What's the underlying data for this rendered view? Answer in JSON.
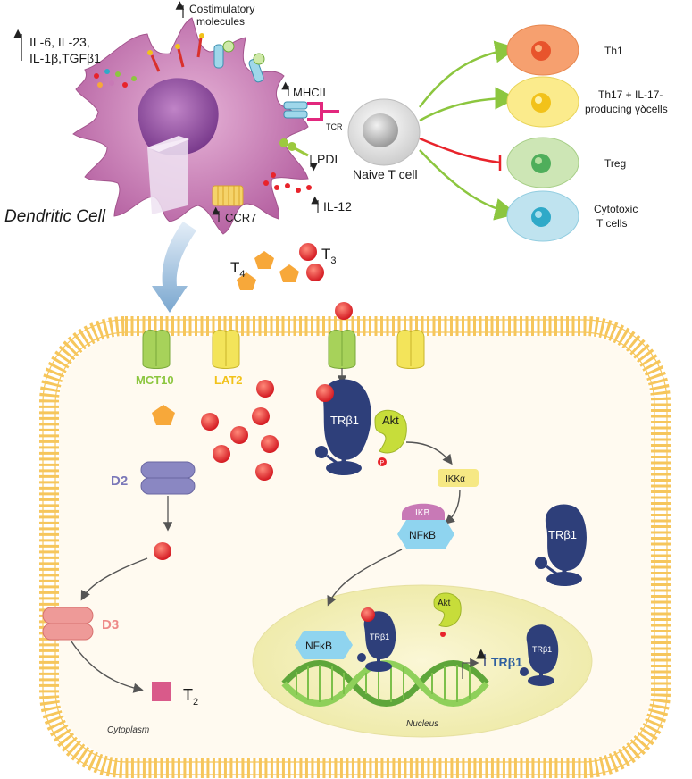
{
  "dendritic_cell": {
    "label": "Dendritic Cell",
    "costimulatory": "Costimulatory",
    "costimulatory_2": "molecules",
    "cytokines_1": "IL-6, IL-23,",
    "cytokines_2": "IL-1β,TGFβ1",
    "mhcii": "MHCII",
    "tcr": "TCR",
    "pdl": "PDL",
    "il12": "IL-12",
    "ccr7": "CCR7"
  },
  "naive_t_cell": {
    "label": "Naive T cell"
  },
  "t_subsets": [
    {
      "label": "Th1",
      "color": "#f6a06f",
      "nucleus": "#e8542c"
    },
    {
      "label_1": "Th17 + IL-17-",
      "label_2": "producing γδcells",
      "color": "#fbeb8c",
      "nucleus": "#f2c21a"
    },
    {
      "label": "Treg",
      "color": "#cde6b5",
      "nucleus": "#4fae5b"
    },
    {
      "label_1": "Cytotoxic",
      "label_2": "T cells",
      "color": "#bfe3ef",
      "nucleus": "#2fa9c8"
    }
  ],
  "hormones": {
    "t4": "T",
    "t4_sub": "4",
    "t3": "T",
    "t3_sub": "3",
    "t2": "T",
    "t2_sub": "2"
  },
  "transporters": {
    "mct10": "MCT10",
    "lat2": "LAT2"
  },
  "deiodinases": {
    "d2": "D2",
    "d3": "D3"
  },
  "signaling": {
    "trb1": "TRβ1",
    "akt": "Akt",
    "p": "P",
    "ikka": "IKKα",
    "ikb": "IKB",
    "nfkb": "NFκB",
    "trb1_gene": "TRβ1"
  },
  "compartments": {
    "nucleus": "Nucleus",
    "cytoplasm": "Cytoplasm"
  },
  "colors": {
    "dc_body": "#c47ab0",
    "membrane": "#f5c86a",
    "cell_fill": "#fff6e8",
    "tr": "#2e3f7a",
    "mct10": "#9ccc4a",
    "lat2": "#f3e45a",
    "d2": "#8a87c2",
    "d3": "#ee9a98",
    "t3": "#e8232b",
    "t4": "#f7a83a",
    "nfkb": "#8fd4ef",
    "ikb": "#c879b6"
  }
}
